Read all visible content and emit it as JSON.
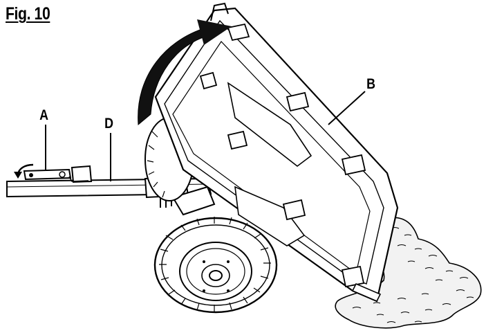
{
  "figure": {
    "title": "Fig. 10"
  },
  "callouts": {
    "a": "A",
    "b": "B",
    "d": "D"
  },
  "colors": {
    "line": "#000000",
    "fill": "#ffffff",
    "shade": "#e6e6e6"
  }
}
